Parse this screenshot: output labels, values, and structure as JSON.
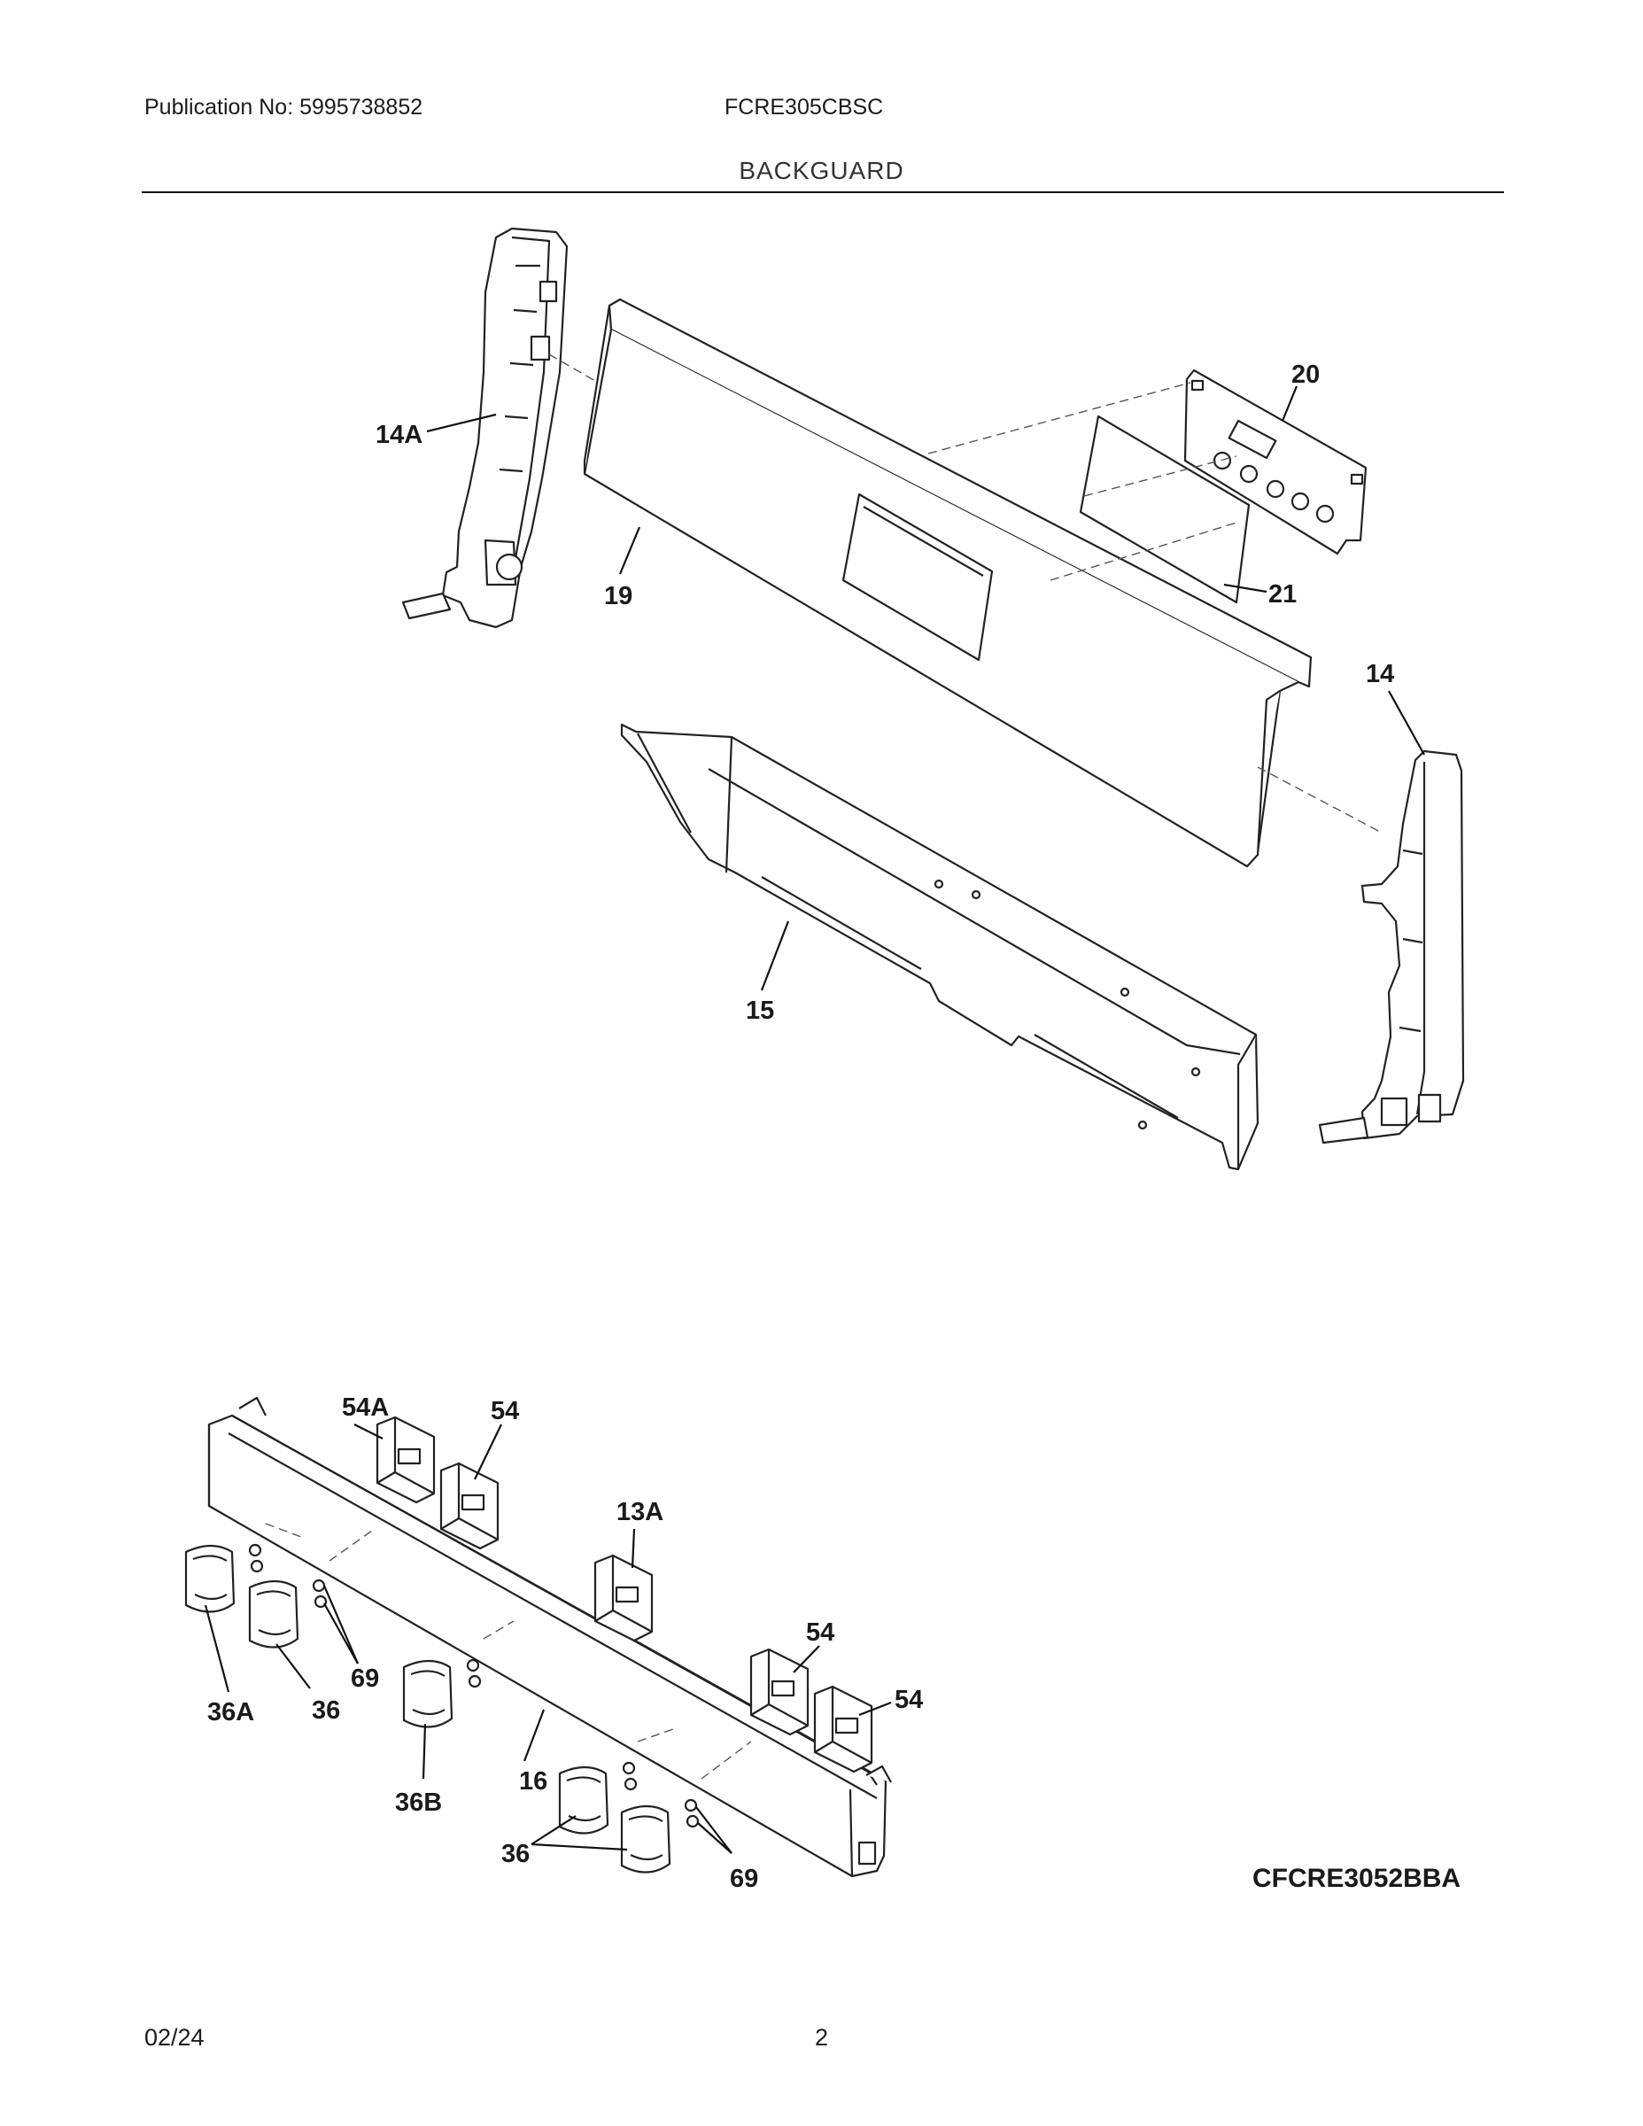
{
  "header": {
    "publication": "Publication No: 5995738852",
    "model": "FCRE305CBSC",
    "section": "BACKGUARD"
  },
  "diagram": {
    "code": "CFCRE3052BBA",
    "callouts": {
      "c14A": "14A",
      "c19": "19",
      "c20": "20",
      "c21": "21",
      "c14": "14",
      "c15": "15",
      "c54A": "54A",
      "c54a": "54",
      "c13A": "13A",
      "c54b": "54",
      "c54c": "54",
      "c69a": "69",
      "c36A": "36A",
      "c36a": "36",
      "c16": "16",
      "c36B": "36B",
      "c36b": "36",
      "c69b": "69"
    }
  },
  "footer": {
    "date": "02/24",
    "page": "2"
  }
}
